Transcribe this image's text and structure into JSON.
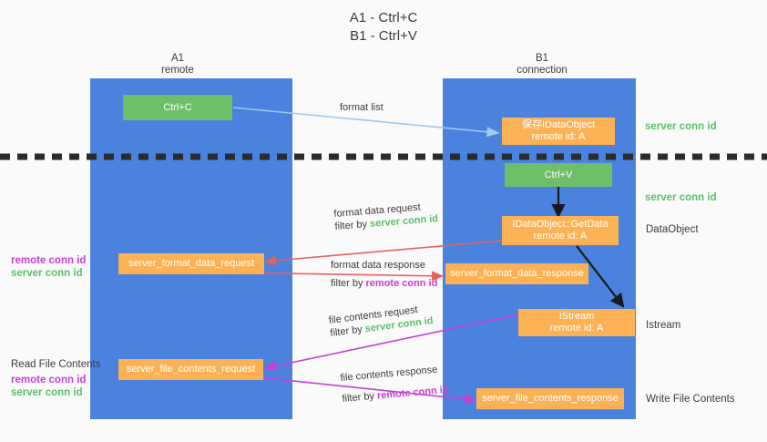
{
  "title": "A1 - Ctrl+C\nB1 - Ctrl+V",
  "colors": {
    "lane": "#4a82de",
    "green": "#6fbf6a",
    "orange": "#fcb254",
    "server_conn": "#5cbf6b",
    "remote_conn": "#c63fd6",
    "arrow_blue": "#9ec9ee",
    "arrow_red": "#e8615c",
    "arrow_purple": "#c63fd6",
    "arrow_black": "#1a1a1a",
    "divider": "#2b2b2b",
    "background": "#fafafa"
  },
  "lanes": [
    {
      "id": "a1",
      "title": "A1",
      "subtitle": "remote"
    },
    {
      "id": "b1",
      "title": "B1",
      "subtitle": "connection"
    }
  ],
  "nodes": {
    "ctrl_c": {
      "label": "Ctrl+C",
      "style": "green"
    },
    "save_idataobject": {
      "label": "保存IDataObject\nremote id: A",
      "style": "orange"
    },
    "ctrl_v": {
      "label": "Ctrl+V",
      "style": "green"
    },
    "getdata": {
      "label": "IDataObject::GetData\nremote id: A",
      "style": "orange"
    },
    "server_format_data_request": {
      "label": "server_format_data_request",
      "style": "orange"
    },
    "server_format_data_response": {
      "label": "server_format_data_response",
      "style": "orange"
    },
    "istream": {
      "label": "IStream\nremote id: A",
      "style": "orange"
    },
    "server_file_contents_request": {
      "label": "server_file_contents_request",
      "style": "orange"
    },
    "server_file_contents_response": {
      "label": "server_file_contents_response",
      "style": "orange"
    }
  },
  "edge_labels": {
    "format_list": {
      "line1": "format list"
    },
    "format_data_request": {
      "line1": "format data request",
      "line2_prefix": "filter by ",
      "line2_key": "server conn id",
      "key_color": "server_conn"
    },
    "format_data_response": {
      "line1": "format data response",
      "line2_prefix": "filter by ",
      "line2_key": "remote conn id",
      "key_color": "remote_conn"
    },
    "file_contents_request": {
      "line1": "file contents request",
      "line2_prefix": "filter by ",
      "line2_key": "server conn id",
      "key_color": "server_conn"
    },
    "file_contents_response": {
      "line1": "file contents response",
      "line2_prefix": "filter by ",
      "line2_key": "remote conn id",
      "key_color": "remote_conn"
    }
  },
  "right_annotations": [
    {
      "id": "server-conn-id-top",
      "text": "server conn id",
      "kind": "server_conn"
    },
    {
      "id": "server-conn-id-mid",
      "text": "server conn id",
      "kind": "server_conn"
    },
    {
      "id": "dataobject",
      "text": "DataObject",
      "kind": "plain"
    },
    {
      "id": "istream",
      "text": "Istream",
      "kind": "plain"
    },
    {
      "id": "write-file-contents",
      "text": "Write File Contents",
      "kind": "plain"
    }
  ],
  "left_annotations": [
    {
      "id": "format-conn-ids",
      "line1": "remote conn id",
      "line2": "server conn id"
    },
    {
      "id": "read-file-contents",
      "heading": "Read File Contents",
      "line1": "remote conn id",
      "line2": "server conn id"
    }
  ]
}
